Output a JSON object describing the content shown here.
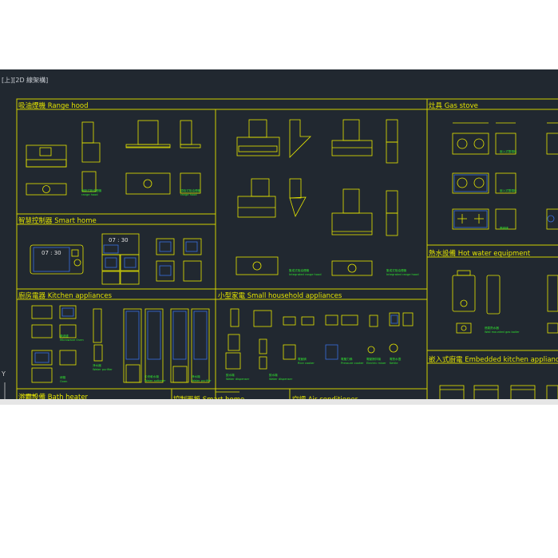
{
  "viewport_label": "[上][2D 線架構]",
  "axis_label": "Y",
  "sections": {
    "range_hood": "吸油煙機 Range hood",
    "smart_home": "智慧控制器 Smart home",
    "kitchen_appliances": "廚房電器 Kitchen appliances",
    "small_household": "小型家電 Small household appliances",
    "gas_stove": "灶具 Gas stove",
    "hot_water": "熱水設備 Hot water equipment",
    "embedded_kitchen": "嵌入式廚電 Embedded kitchen appliances",
    "bath_heater": "浴霸設備 Bath heater",
    "smart_home_2": "控制面板 Smart home",
    "air_conditioner": "空調 Air conditioner"
  },
  "displays": {
    "panel1": "07 : 30",
    "panel2": "07 : 30"
  },
  "small_labels": {
    "range_hood_1": "側吸式吸油煙機",
    "range_hood_1b": "range hood",
    "range_hood_2": "頂吸式吸油煙機",
    "range_hood_2b": "range hood",
    "range_hood_3": "集成式吸油煙機",
    "range_hood_3b": "Integrated range hood",
    "range_hood_4": "集成式吸油煙機",
    "range_hood_4b": "Integrated range hood",
    "microwave": "微波爐",
    "microwave_b": "Microwave Oven",
    "oven": "烤箱",
    "oven_b": "Oven",
    "water_purifier": "淨水器",
    "water_purifier_b": "Water purifier",
    "water_softener": "中央軟水機",
    "water_softener_b": "Water softener",
    "water_purifier_2": "淨水機",
    "water_purifier_2b": "Water purifier",
    "water_dispenser": "飲水機",
    "water_dispenser_b": "Water dispenser",
    "water_dispenser_2": "飲水機",
    "water_dispenser_2b": "Water dispenser",
    "rice_cooker": "電飯鍋",
    "rice_cooker_b": "Rice cooker",
    "pressure_cooker": "電壓力鍋",
    "pressure_cooker_b": "Pressure cooker",
    "blender": "電動攪拌機",
    "blender_b": "Electric mixer",
    "kettle": "電熱水壺",
    "kettle_b": "Kettle",
    "gas_stove_1": "嵌入式雙頭灶",
    "gas_stove_2": "嵌入式雙頭灶",
    "gas_stove_3": "電磁爐",
    "gas_heater": "燃氣熱水器",
    "gas_heater_b": "Wall mounted gas boiler"
  }
}
